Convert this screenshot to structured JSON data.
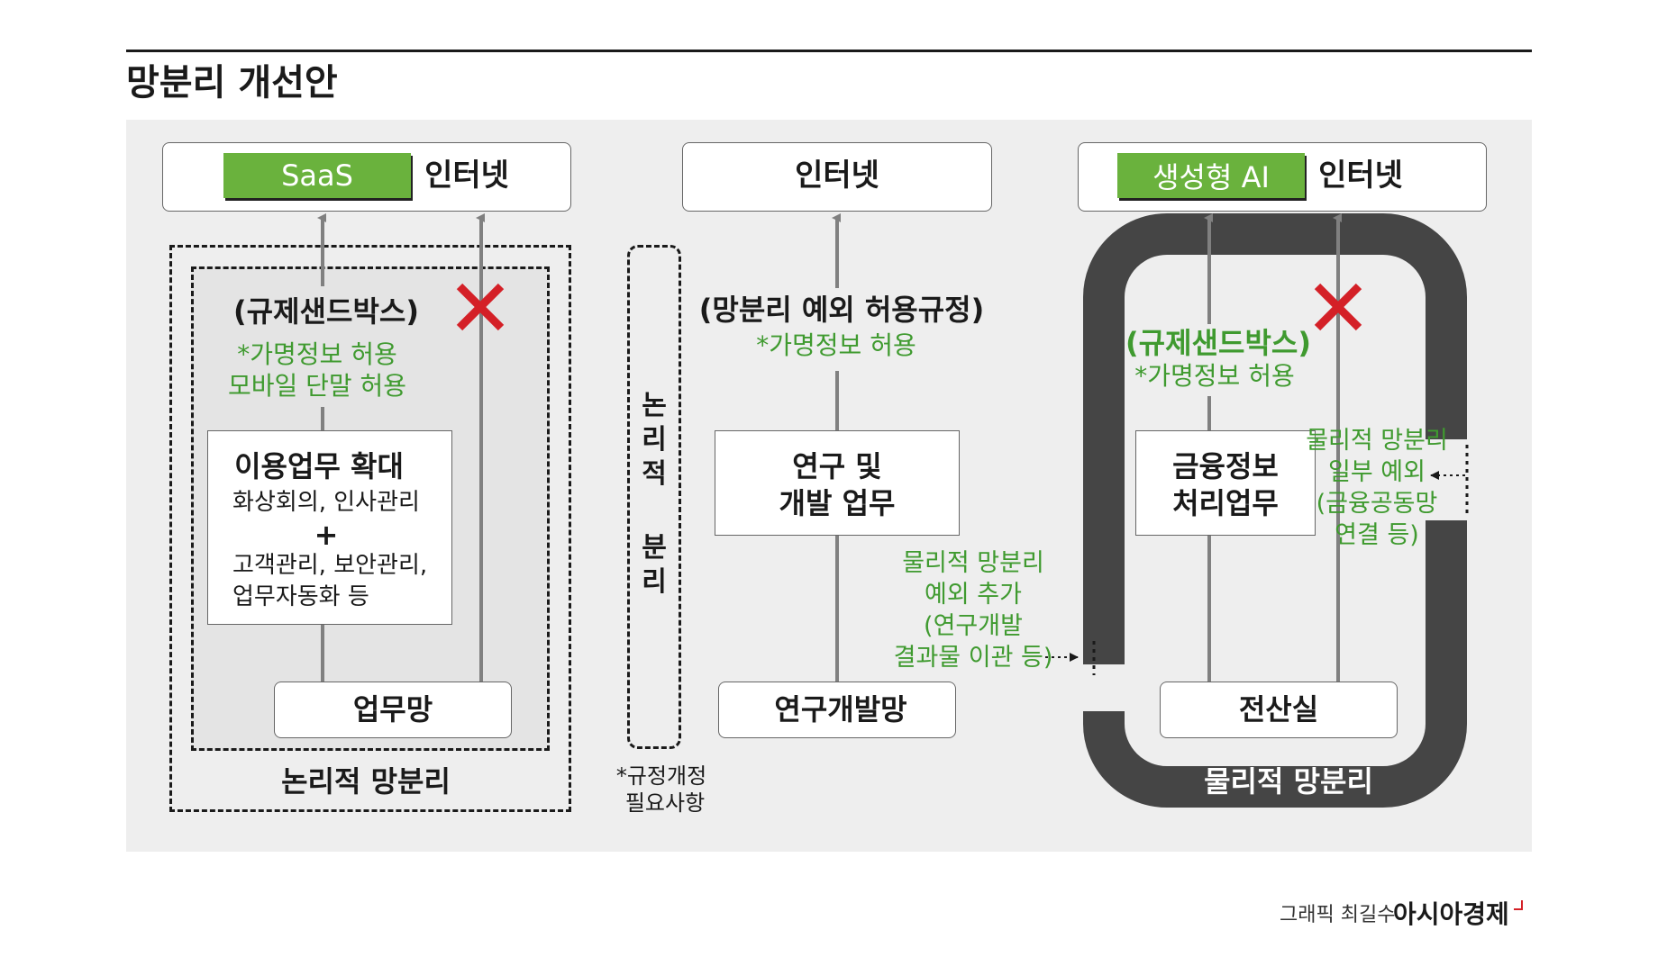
{
  "title": "망분리 개선안",
  "credit": {
    "prefix": "그래픽 최길수",
    "brand": "아시아경제"
  },
  "colors": {
    "panel_bg": "#eeeeee",
    "green_tag": "#6ab23d",
    "green_text": "#3f9a2f",
    "red_x": "#d42027",
    "dark_band": "#454545",
    "arrow": "#808080"
  },
  "left": {
    "saas_tag": "SaaS",
    "internet": "인터넷",
    "sandbox": "(규제샌드박스)",
    "notes": [
      "*가명정보 허용",
      "모바일 단말 허용"
    ],
    "task_title": "이용업무 확대",
    "task_lines": [
      "화상회의, 인사관리",
      "+",
      "고객관리, 보안관리,",
      "업무자동화 등"
    ],
    "network": "업무망",
    "footer": "논리적 망분리",
    "blocked_mark": "X"
  },
  "separator": {
    "vertical": [
      "논",
      "리",
      "적",
      "",
      "분",
      "리"
    ],
    "footnote": [
      "*규정개정",
      "필요사항"
    ]
  },
  "middle": {
    "internet": "인터넷",
    "exception_rule": "(망분리 예외 허용규정)",
    "note": "*가명정보 허용",
    "task": [
      "연구 및",
      "개발 업무"
    ],
    "network": "연구개발망",
    "side_note": [
      "물리적 망분리",
      "예외 추가",
      "(연구개발",
      "결과물 이관 등)"
    ]
  },
  "right": {
    "ai_tag": "생성형 AI",
    "internet": "인터넷",
    "sandbox": "(규제샌드박스)",
    "note": "*가명정보 허용",
    "task": [
      "금융정보",
      "처리업무"
    ],
    "network": "전산실",
    "footer": "물리적 망분리",
    "side_note": [
      "물리적 망분리",
      "일부 예외",
      "(금융공동망",
      "연결 등)"
    ],
    "blocked_mark": "X"
  }
}
